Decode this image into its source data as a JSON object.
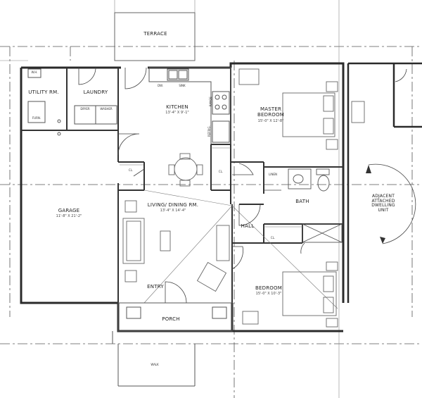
{
  "rooms": {
    "terrace": "TERRACE",
    "utility": "UTILITY RM.",
    "laundry": "LAUNDRY",
    "kitchen": "KITCHEN",
    "kitchen_dim": "13'-4\" X 9'-1\"",
    "master_bedroom": "MASTER BEDROOM",
    "master_bedroom_dim": "15'-0\" X 12'-8\"",
    "garage": "GARAGE",
    "garage_dim": "11'-8\" X 21'-2\"",
    "living_dining": "LIVING/ DINING RM.",
    "living_dining_dim": "13'-4\" X 14'-4\"",
    "bath": "BATH",
    "hall": "HALL",
    "bedroom": "BEDROOM",
    "bedroom_dim": "15'-0\" X 10'-3\"",
    "entry": "ENTRY",
    "porch": "PORCH",
    "walk": "WALK",
    "adjacent": "ADJACENT ATTACHED DWELLING UNIT"
  },
  "fixtures": {
    "dw": "DW.",
    "sink": "SINK",
    "dryer": "DRYER",
    "washer": "WASHER",
    "range": "RANGE",
    "refrig": "REFRIG.",
    "furn": "FURN.",
    "wh": "W.H.",
    "cl": "CL.",
    "linen": "LINEN"
  },
  "colors": {
    "wall": "#2a2a2a",
    "line": "#444444",
    "fixture": "#666666"
  }
}
